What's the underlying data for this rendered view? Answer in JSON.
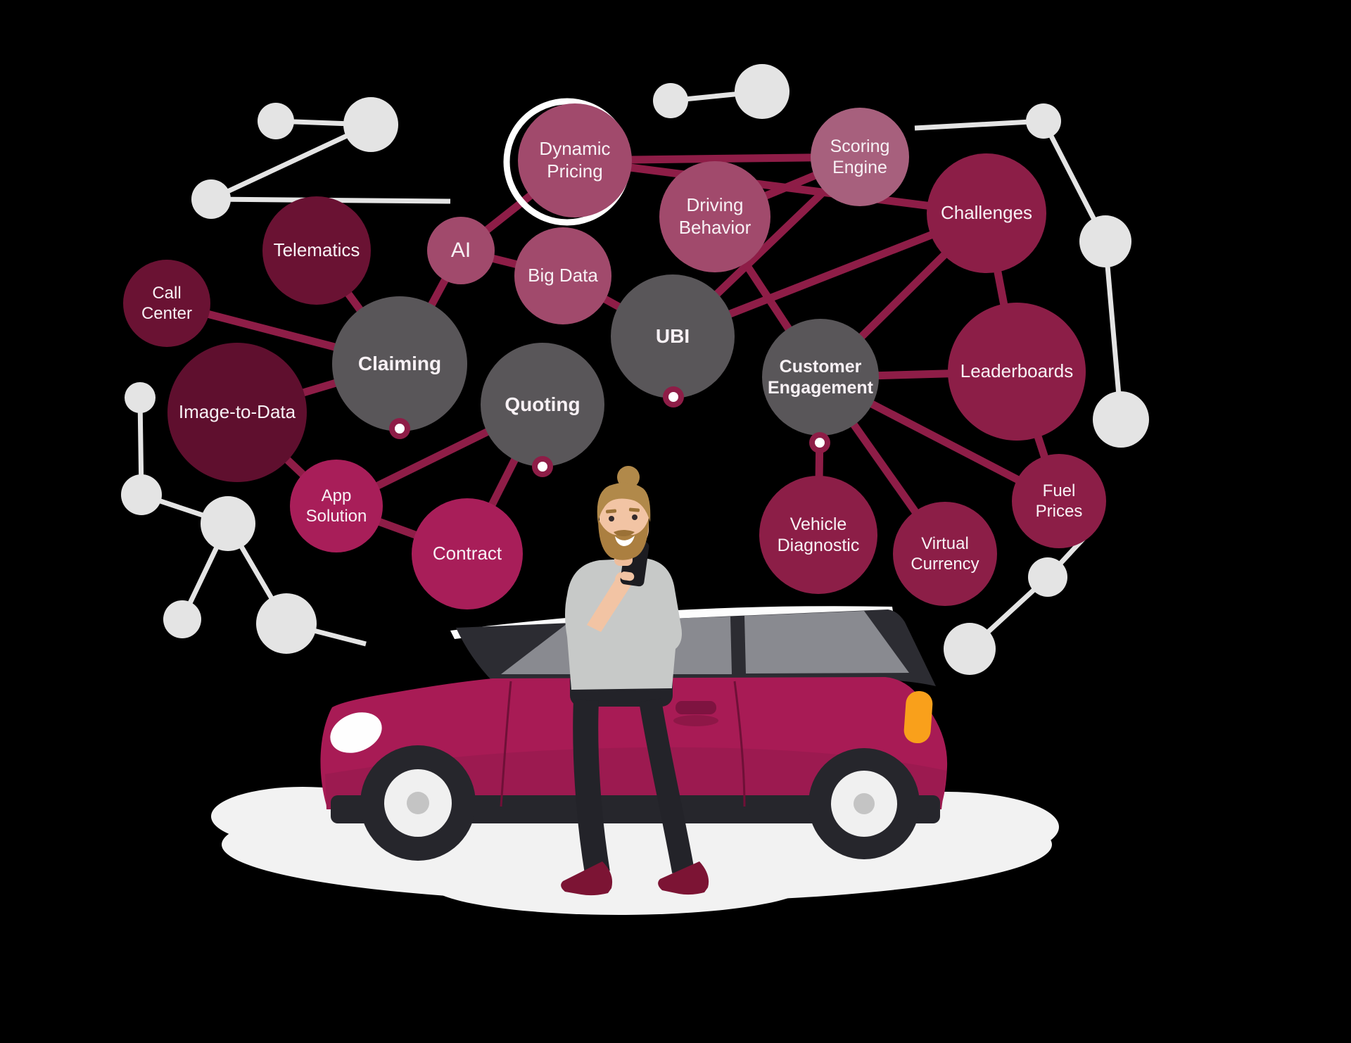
{
  "diagram": {
    "type": "concept-network",
    "theme": "usage-based car insurance telematics",
    "nodes": [
      {
        "id": "telematics",
        "label": "Telematics",
        "group": "maroon"
      },
      {
        "id": "call-center",
        "label": "Call Center",
        "group": "maroon"
      },
      {
        "id": "image-to-data",
        "label": "Image-to-Data",
        "group": "maroon-dark"
      },
      {
        "id": "app-solution",
        "label": "App Solution",
        "group": "bright"
      },
      {
        "id": "contract",
        "label": "Contract",
        "group": "bright"
      },
      {
        "id": "claiming",
        "label": "Claiming",
        "group": "gray"
      },
      {
        "id": "quoting",
        "label": "Quoting",
        "group": "gray"
      },
      {
        "id": "ubi",
        "label": "UBI",
        "group": "gray"
      },
      {
        "id": "customer-engagement",
        "label": "Customer Engagement",
        "group": "gray"
      },
      {
        "id": "ai",
        "label": "AI",
        "group": "mauve"
      },
      {
        "id": "big-data",
        "label": "Big Data",
        "group": "mauve"
      },
      {
        "id": "dynamic-pricing",
        "label": "Dynamic Pricing",
        "group": "mauve"
      },
      {
        "id": "driving-behavior",
        "label": "Driving Behavior",
        "group": "mauve"
      },
      {
        "id": "scoring-engine",
        "label": "Scoring Engine",
        "group": "mauve-light"
      },
      {
        "id": "challenges",
        "label": "Challenges",
        "group": "deep"
      },
      {
        "id": "leaderboards",
        "label": "Leaderboards",
        "group": "deep"
      },
      {
        "id": "vehicle-diagnostic",
        "label": "Vehicle Diagnostic",
        "group": "deep"
      },
      {
        "id": "virtual-currency",
        "label": "Virtual Currency",
        "group": "deep"
      },
      {
        "id": "fuel-prices",
        "label": "Fuel Prices",
        "group": "deep"
      }
    ],
    "edges": [
      [
        "call-center",
        "claiming"
      ],
      [
        "image-to-data",
        "claiming"
      ],
      [
        "image-to-data",
        "app-solution"
      ],
      [
        "telematics",
        "claiming"
      ],
      [
        "claiming",
        "ai"
      ],
      [
        "ai",
        "dynamic-pricing"
      ],
      [
        "ai",
        "big-data"
      ],
      [
        "big-data",
        "ubi"
      ],
      [
        "dynamic-pricing",
        "scoring-engine"
      ],
      [
        "dynamic-pricing",
        "challenges"
      ],
      [
        "driving-behavior",
        "scoring-engine"
      ],
      [
        "scoring-engine",
        "ubi"
      ],
      [
        "driving-behavior",
        "customer-engagement"
      ],
      [
        "ubi",
        "challenges"
      ],
      [
        "challenges",
        "customer-engagement"
      ],
      [
        "challenges",
        "leaderboards"
      ],
      [
        "customer-engagement",
        "leaderboards"
      ],
      [
        "customer-engagement",
        "vehicle-diagnostic"
      ],
      [
        "customer-engagement",
        "virtual-currency"
      ],
      [
        "customer-engagement",
        "fuel-prices"
      ],
      [
        "leaderboards",
        "fuel-prices"
      ],
      [
        "app-solution",
        "quoting"
      ],
      [
        "app-solution",
        "contract"
      ],
      [
        "contract",
        "quoting"
      ]
    ],
    "palette": {
      "background": "#000000",
      "edge_line": "#8e1d47",
      "background_network": "#e4e4e4",
      "bubble_text": "#f8f1f5",
      "group_mauve": "#a14a6c",
      "group_mauve_light": "#a7607d",
      "group_deep": "#8c1e47",
      "group_bright": "#a81e59",
      "group_maroon": "#6a1233",
      "group_maroon_dark": "#5f0f2e",
      "group_gray": "#595659",
      "car_body": "#a81b55",
      "taillight": "#f9a01b",
      "ground_shadow": "#f2f2f2"
    }
  },
  "illustration": {
    "elements": [
      "man-with-smartphone",
      "magenta-hatchback-car",
      "ground-shadow",
      "molecule-network-background"
    ]
  }
}
